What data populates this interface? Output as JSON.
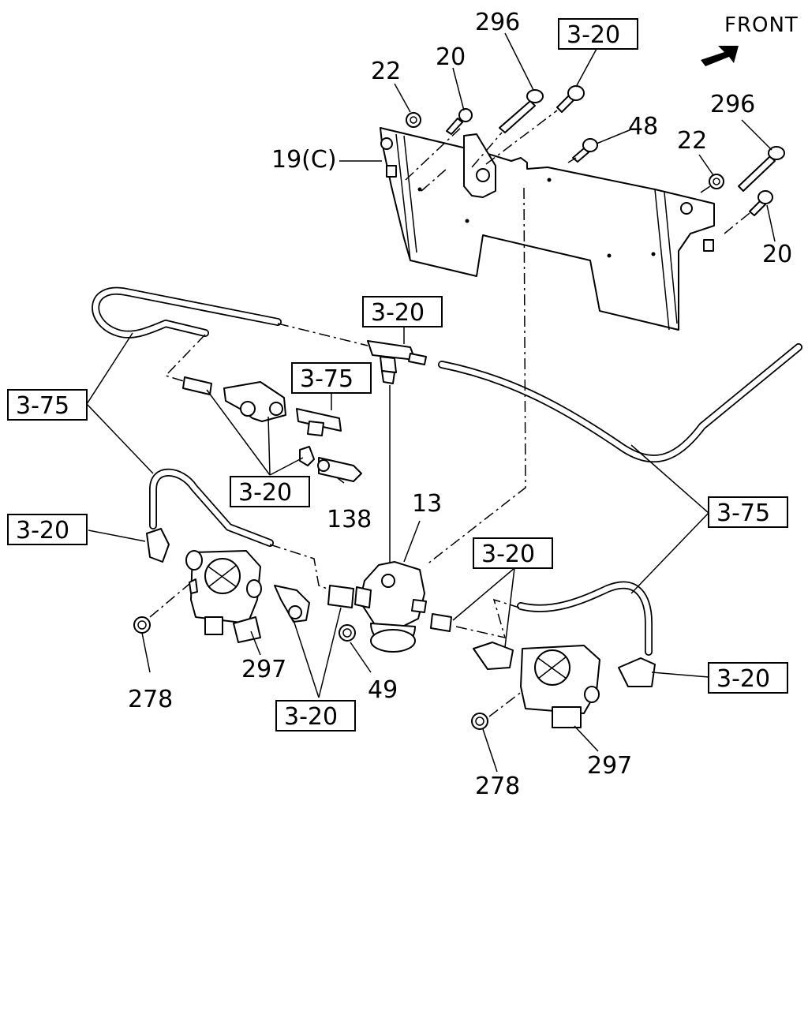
{
  "front_label": "FRONT",
  "parts": {
    "p296a": "296",
    "p296b": "296",
    "p22a": "22",
    "p22b": "22",
    "p20a": "20",
    "p20b": "20",
    "p48": "48",
    "p19c": "19(C)",
    "p13": "13",
    "p138": "138",
    "p297a": "297",
    "p297b": "297",
    "p278a": "278",
    "p278b": "278",
    "p49": "49"
  },
  "refs": {
    "r1": "3-20",
    "r2": "3-20",
    "r3": "3-75",
    "r4": "3-75",
    "r5": "3-20",
    "r6": "3-20",
    "r7": "3-20",
    "r8": "3-75",
    "r9": "3-20",
    "r10": "3-20"
  }
}
